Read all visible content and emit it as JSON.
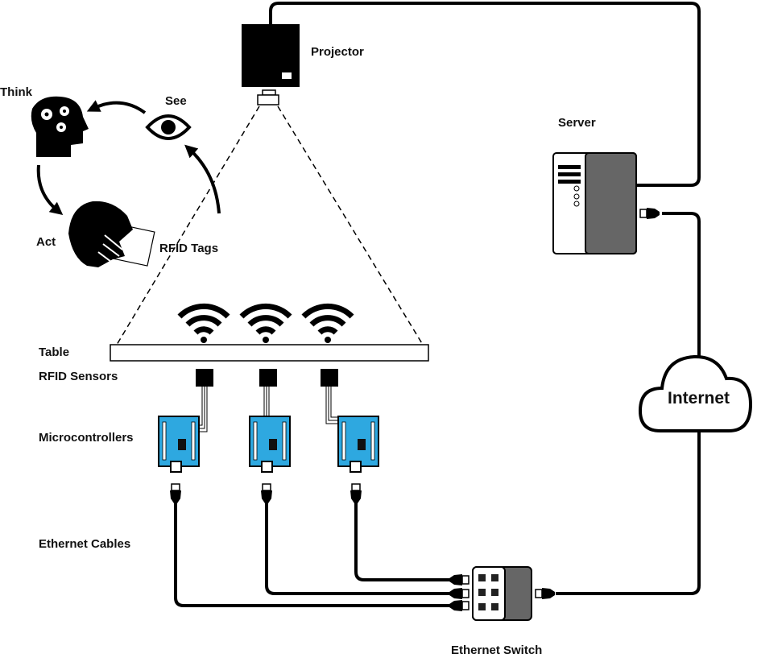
{
  "labels": {
    "projector": "Projector",
    "server": "Server",
    "think": "Think",
    "see": "See",
    "act": "Act",
    "rfid_tags": "RFID Tags",
    "table": "Table",
    "rfid_sensors": "RFID Sensors",
    "microcontrollers": "Microcontrollers",
    "ethernet_cables": "Ethernet Cables",
    "internet": "Internet",
    "ethernet_switch": "Ethernet Switch"
  },
  "colors": {
    "board": "#2ea8e0",
    "server_panel": "#666666",
    "line": "#000000"
  }
}
